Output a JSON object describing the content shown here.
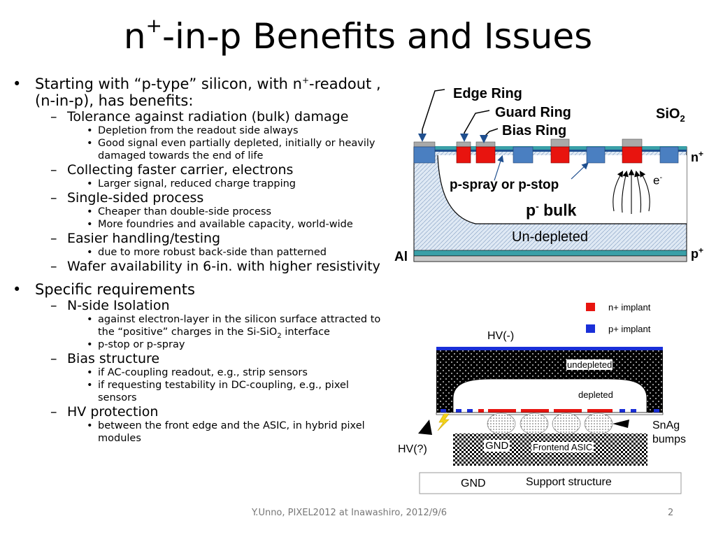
{
  "slide": {
    "title_main": "n",
    "title_sup": "+",
    "title_rest": "-in-p Benefits and Issues",
    "footer": "Y.Unno, PIXEL2012 at Inawashiro, 2012/9/6",
    "page_number": "2"
  },
  "bullets": {
    "b1": {
      "pre": "Starting with “p-type” silicon, with n",
      "sup": "+",
      "post": "-readout , (n-in-p), has benefits:"
    },
    "b1_1": "Tolerance against radiation (bulk) damage",
    "b1_1_1": "Depletion from the readout side always",
    "b1_1_2": "Good signal even partially depleted, initially or heavily damaged towards the end of life",
    "b1_2": "Collecting faster carrier, electrons",
    "b1_2_1": "Larger signal, reduced charge trapping",
    "b1_3": "Single-sided process",
    "b1_3_1": "Cheaper than double-side process",
    "b1_3_2": "More foundries and available capacity, world-wide",
    "b1_4": "Easier handling/testing",
    "b1_4_1": "due to more robust back-side than patterned",
    "b1_5": "Wafer availability in 6-in. with higher resistivity",
    "b2": "Specific requirements",
    "b2_1": "N-side Isolation",
    "b2_1_1_pre": "against electron-layer in the silicon surface attracted to the “positive” charges in the Si-SiO",
    "b2_1_1_sub": "2",
    "b2_1_1_post": " interface",
    "b2_1_2": "p-stop or p-spray",
    "b2_2": "Bias structure",
    "b2_2_1": "if AC-coupling readout, e.g., strip sensors",
    "b2_2_2": "if requesting testability in DC-coupling, e.g., pixel sensors",
    "b2_3": "HV protection",
    "b2_3_1": "between the front edge and the ASIC, in hybrid pixel modules"
  },
  "diagram_top": {
    "edge_ring": "Edge Ring",
    "guard_ring": "Guard Ring",
    "bias_ring": "Bias Ring",
    "sio2": "SiO",
    "sio2_sub": "2",
    "n_plus": "n",
    "n_plus_sup": "+",
    "e_minus": "e",
    "e_minus_sup": "-",
    "p_spray": "p-spray or p-stop",
    "p_bulk": "p",
    "p_bulk_sup": "-",
    "p_bulk_rest": " bulk",
    "undepleted": "Un-depleted",
    "al": "Al",
    "p_plus": "p",
    "p_plus_sup": "+"
  },
  "diagram_bottom": {
    "legend_n": "n+ implant",
    "legend_p": "p+ implant",
    "hv_minus": "HV(-)",
    "undepleted": "undepleted",
    "depleted": "depleted",
    "hv_q": "HV(?)",
    "snag": "SnAg",
    "bumps": "bumps",
    "gnd_top": "GND",
    "frontend": "Frontend ASIC",
    "gnd_bottom": "GND",
    "support": "Support structure"
  },
  "colors": {
    "n_implant": "#e8140f",
    "p_implant": "#1a2fd8",
    "sensor_blue": "#4a7fc1",
    "teal": "#3aa0a8",
    "gray": "#a9a9a9"
  }
}
